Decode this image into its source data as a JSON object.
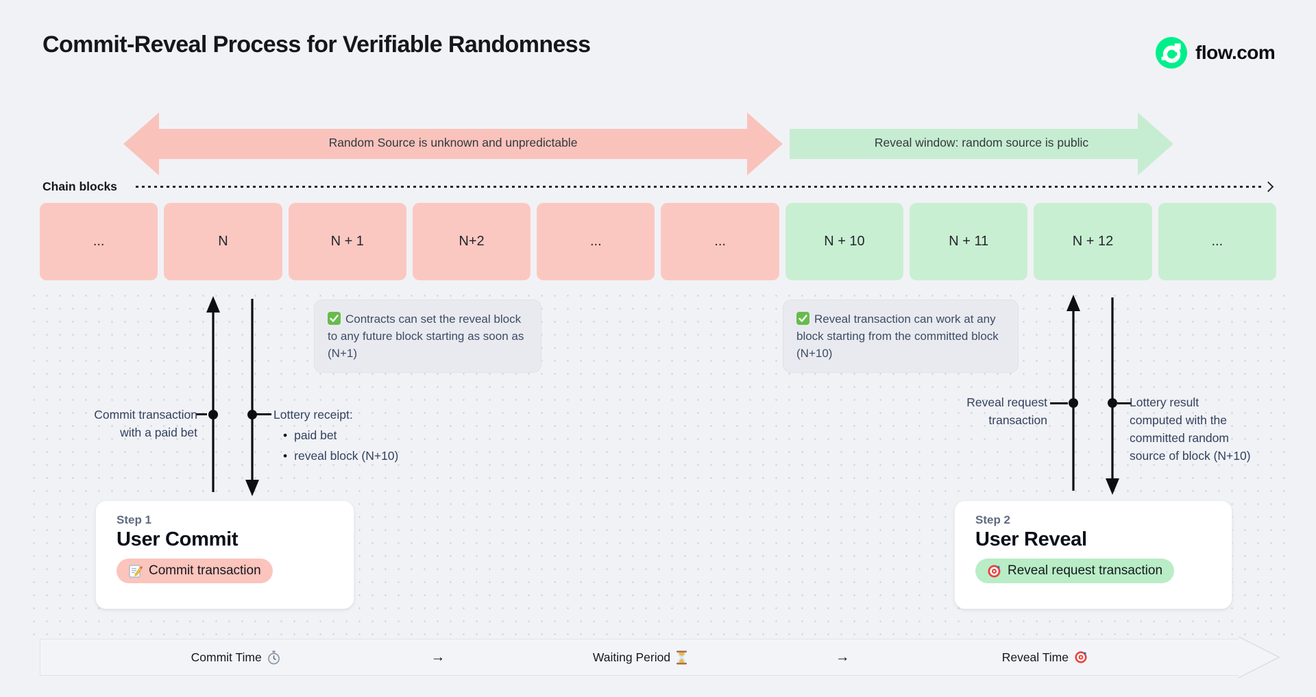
{
  "header": {
    "title": "Commit-Reveal Process for Verifiable Randomness",
    "logo": {
      "label": "flow.com",
      "icon": "flow-logo-icon",
      "color": "#00ef8b"
    }
  },
  "banners": {
    "unknown": {
      "label": "Random Source is unknown and unpredictable",
      "color": "#f9c3bc"
    },
    "reveal": {
      "label": "Reveal window: random source is public",
      "color": "#c6edd1"
    }
  },
  "chain": {
    "label": "Chain blocks",
    "blocks": [
      {
        "label": "...",
        "phase": "unknown"
      },
      {
        "label": "N",
        "phase": "unknown"
      },
      {
        "label": "N + 1",
        "phase": "unknown"
      },
      {
        "label": "N+2",
        "phase": "unknown"
      },
      {
        "label": "...",
        "phase": "unknown"
      },
      {
        "label": "...",
        "phase": "unknown"
      },
      {
        "label": "N + 10",
        "phase": "reveal"
      },
      {
        "label": "N + 11",
        "phase": "reveal"
      },
      {
        "label": "N + 12",
        "phase": "reveal"
      },
      {
        "label": "...",
        "phase": "reveal"
      }
    ]
  },
  "notes": {
    "left": {
      "icon": "check-icon",
      "text": "Contracts can set the reveal block to any future block starting as soon as (N+1)"
    },
    "right": {
      "icon": "check-icon",
      "text": "Reveal transaction can work at any block starting from the committed block (N+10)"
    }
  },
  "annotations": {
    "commit": {
      "lines": [
        "Commit transaction",
        "with a paid bet"
      ]
    },
    "receipt": {
      "title": "Lottery receipt:",
      "bullets": [
        "paid bet",
        "reveal block (N+10)"
      ]
    },
    "reveal": {
      "lines": [
        "Reveal request",
        "transaction"
      ]
    },
    "result": {
      "lines": [
        "Lottery result",
        "computed with the",
        "committed random",
        "source of block (N+10)"
      ]
    }
  },
  "steps": {
    "one": {
      "eyebrow": "Step 1",
      "title": "User Commit",
      "pill": {
        "icon": "memo-icon",
        "label": "Commit transaction",
        "color": "#fbc4bd"
      }
    },
    "two": {
      "eyebrow": "Step 2",
      "title": "User Reveal",
      "pill": {
        "icon": "target-icon",
        "label": "Reveal request transaction",
        "color": "#b9edc6"
      }
    }
  },
  "timeline": {
    "segments": [
      {
        "label": "Commit Time",
        "icon": "stopwatch-icon"
      },
      {
        "label": "Waiting Period",
        "icon": "hourglass-icon"
      },
      {
        "label": "Reveal Time",
        "icon": "target-icon"
      }
    ],
    "arrow": "→"
  }
}
